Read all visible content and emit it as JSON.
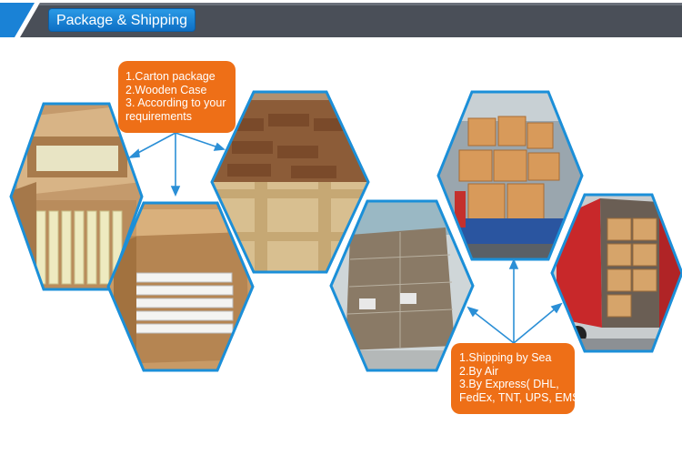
{
  "header": {
    "title": "Package & Shipping"
  },
  "packing_callout": {
    "lines": [
      "1.Carton package",
      "2.Wooden Case",
      "3. According to your",
      "requirements"
    ]
  },
  "shipping_callout": {
    "lines": [
      "1.Shipping by Sea",
      "2.By Air",
      "3.By Express( DHL,",
      "FedEx, TNT, UPS, EMS )"
    ]
  },
  "colors": {
    "banner_dark": "#4a4f58",
    "banner_pill": "#1a82d6",
    "callout_orange": "#ee6f17",
    "hex_border": "#1b8fd8",
    "arrow": "#2b8fd6"
  },
  "photos": [
    {
      "name": "carton-boxes-with-tubes-photo"
    },
    {
      "name": "open-carton-with-panels-photo"
    },
    {
      "name": "wooden-case-photo"
    },
    {
      "name": "shrink-wrapped-pallet-photo"
    },
    {
      "name": "warehouse-loading-truck-photo"
    },
    {
      "name": "container-truck-photo"
    }
  ]
}
